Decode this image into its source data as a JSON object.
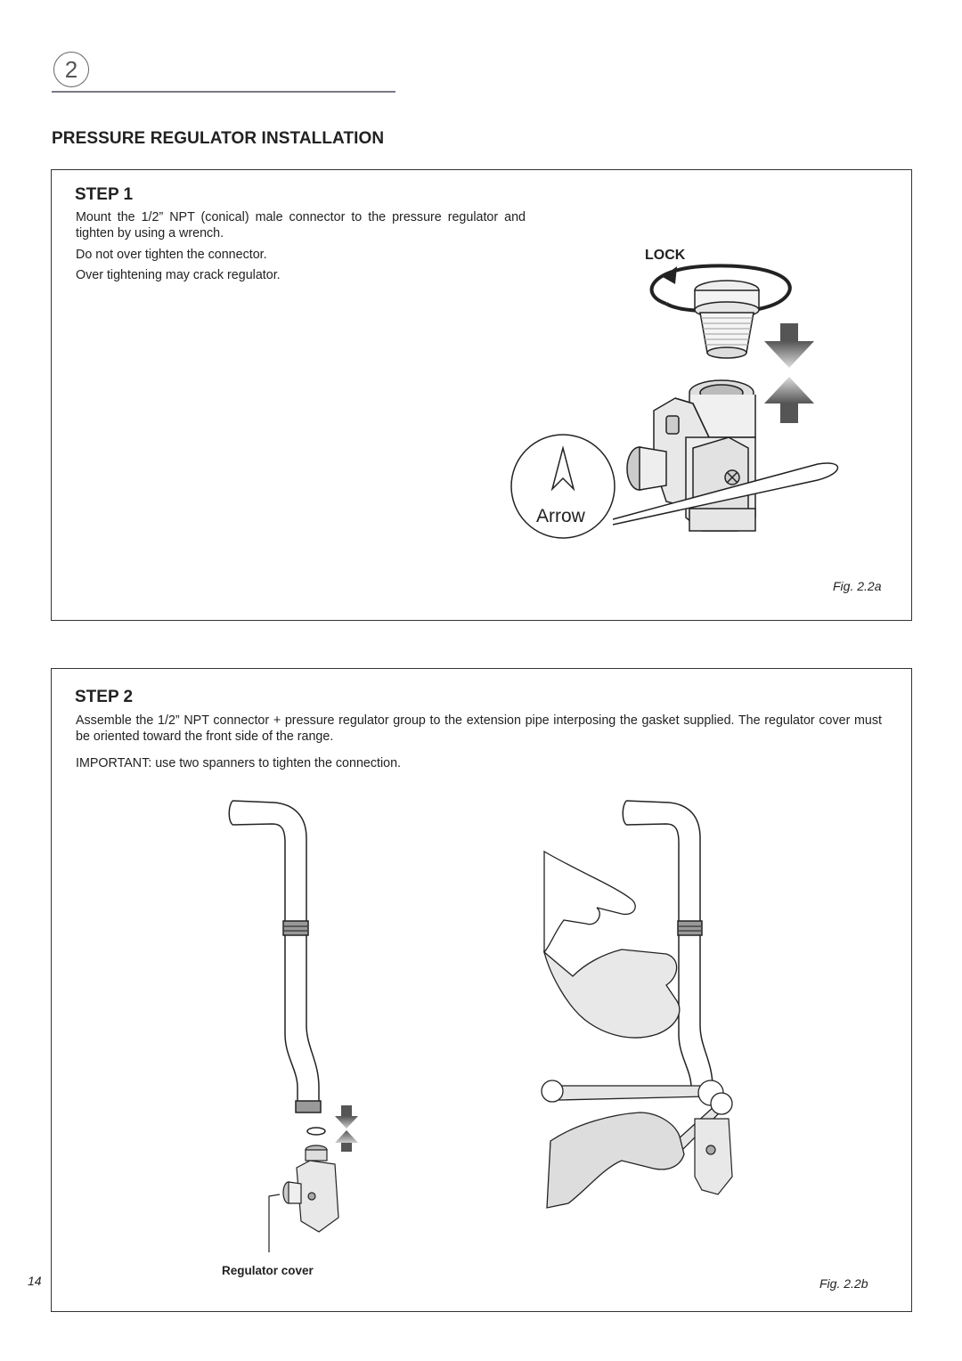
{
  "header": {
    "chapter_number": "2",
    "title": "PRESSURE REGULATOR INSTALLATION"
  },
  "step1": {
    "title": "STEP 1",
    "paragraphs": [
      "Mount the 1/2” NPT (conical) male connector to the pressure regulator and tighten by using a wrench.",
      "Do not over tighten the connector.",
      "Over tightening may crack regulator."
    ],
    "figure": {
      "lock_label": "LOCK",
      "arrow_label": "Arrow",
      "caption": "Fig. 2.2a"
    }
  },
  "step2": {
    "title": "STEP 2",
    "paragraphs": [
      "Assemble the 1/2” NPT connector + pressure regulator group to the extension pipe interposing the gasket supplied. The regulator cover must be oriented toward the front side of the range.",
      "IMPORTANT: use two spanners to tighten the connection."
    ],
    "figure": {
      "regulator_cover_label": "Regulator cover",
      "caption": "Fig. 2.2b"
    }
  },
  "footer": {
    "page_number": "14"
  }
}
